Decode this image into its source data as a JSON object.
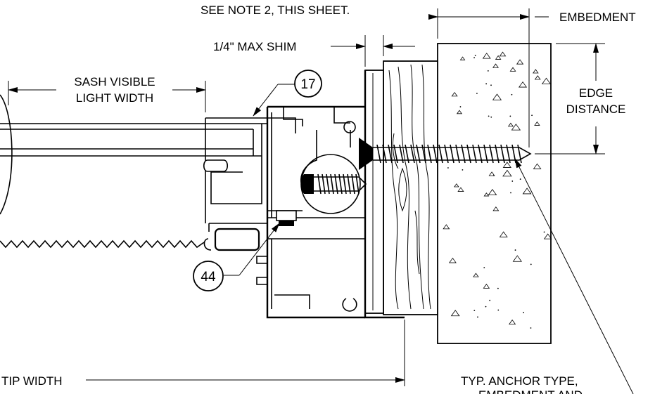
{
  "labels": {
    "note": "SEE NOTE 2, THIS SHEET.",
    "embedment": "EMBEDMENT",
    "shim": "1/4\" MAX SHIM",
    "sash_line1": "SASH VISIBLE",
    "sash_line2": "LIGHT WIDTH",
    "edge_line1": "EDGE",
    "edge_line2": "DISTANCE",
    "tip_width": "TIP WIDTH",
    "anchor_line1": "TYP. ANCHOR TYPE,",
    "anchor_line2": "EMBEDMENT AND"
  },
  "callouts": {
    "c17": "17",
    "c44": "44"
  }
}
